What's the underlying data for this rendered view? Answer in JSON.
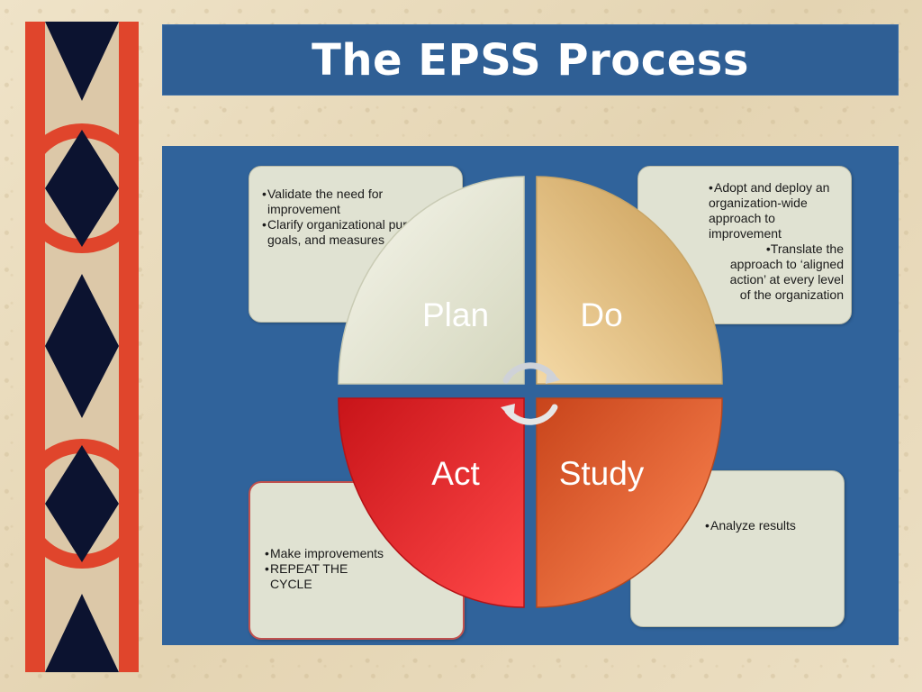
{
  "slide": {
    "title": "The EPSS Process"
  },
  "cycle": {
    "quadrants": [
      {
        "id": "plan",
        "label": "Plan",
        "color": "#e3e4d0"
      },
      {
        "id": "do",
        "label": "Do",
        "color": "#e8c78a"
      },
      {
        "id": "act",
        "label": "Act",
        "color": "#d9262b"
      },
      {
        "id": "study",
        "label": "Study",
        "color": "#e1602a"
      }
    ]
  },
  "notes": {
    "plan": {
      "bullets": [
        "Validate the need for improvement",
        "Clarify organizational purpose, goals, and measures"
      ]
    },
    "do": {
      "bullets": [
        "Adopt and deploy an organization-wide approach to improvement",
        "Translate the approach to ‘aligned action’ at every level of the organization"
      ]
    },
    "act": {
      "bullets": [
        "Make improvements",
        "REPEAT THE CYCLE"
      ]
    },
    "study": {
      "bullets": [
        "Analyze results"
      ]
    }
  },
  "colors": {
    "panel_blue": "#30639b",
    "border_red": "#e0452c",
    "border_navy": "#0c1330"
  }
}
